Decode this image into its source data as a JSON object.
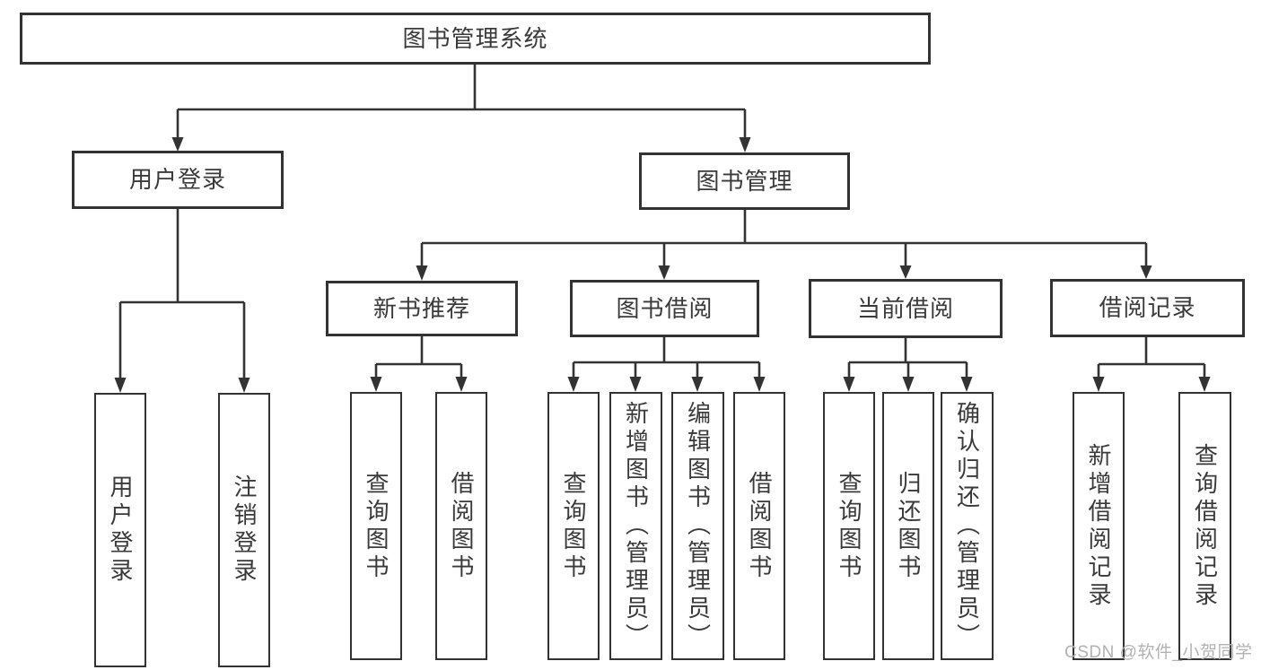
{
  "diagram": {
    "root": {
      "label": "图书管理系统"
    },
    "branches": [
      {
        "label": "用户登录",
        "children": [
          {
            "label": "用户登录"
          },
          {
            "label": "注销登录"
          }
        ]
      },
      {
        "label": "图书管理",
        "sections": [
          {
            "label": "新书推荐",
            "children": [
              {
                "label": "查询图书"
              },
              {
                "label": "借阅图书"
              }
            ]
          },
          {
            "label": "图书借阅",
            "children": [
              {
                "label": "查询图书"
              },
              {
                "label": "新增图书（管理员）"
              },
              {
                "label": "编辑图书（管理员）"
              },
              {
                "label": "借阅图书"
              }
            ]
          },
          {
            "label": "当前借阅",
            "children": [
              {
                "label": "查询图书"
              },
              {
                "label": "归还图书"
              },
              {
                "label": "确认归还（管理员）"
              }
            ]
          },
          {
            "label": "借阅记录",
            "children": [
              {
                "label": "新增借阅记录"
              },
              {
                "label": "查询借阅记录"
              }
            ]
          }
        ]
      }
    ]
  },
  "watermark": {
    "text": "CSDN @软件_小贺同学"
  },
  "colors": {
    "line": "#333333",
    "text": "#3a3a3a",
    "watermark": "#b2b2b2",
    "background": "#ffffff"
  }
}
